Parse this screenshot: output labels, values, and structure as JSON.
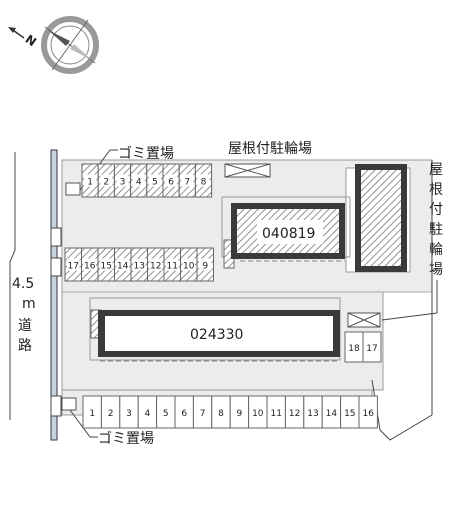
{
  "compass": {
    "north_label": "N",
    "icon": "compass-rose-icon"
  },
  "road": {
    "width": "4.5",
    "unit": "m",
    "name1": "道",
    "name2": "路"
  },
  "labels": {
    "garbage_top": "ゴミ置場",
    "garbage_bottom": "ゴミ置場",
    "bike_top": "屋根付駐輪場",
    "bike_right": [
      "屋",
      "根",
      "付",
      "駐",
      "輪",
      "場"
    ]
  },
  "buildings": {
    "small": "040819",
    "large": "024330"
  },
  "parking": {
    "row_top": [
      "1",
      "2",
      "3",
      "4",
      "5",
      "6",
      "7",
      "8"
    ],
    "row_middle": [
      "17",
      "16",
      "15",
      "14",
      "13",
      "12",
      "11",
      "10",
      "9"
    ],
    "row_bottom": [
      "1",
      "2",
      "3",
      "4",
      "5",
      "6",
      "7",
      "8",
      "9",
      "10",
      "11",
      "12",
      "13",
      "14",
      "15",
      "16"
    ],
    "side": [
      "18",
      "17"
    ]
  },
  "colors": {
    "lot": "#ececec",
    "building": "#3a3a3a",
    "hatch": "#666666"
  }
}
